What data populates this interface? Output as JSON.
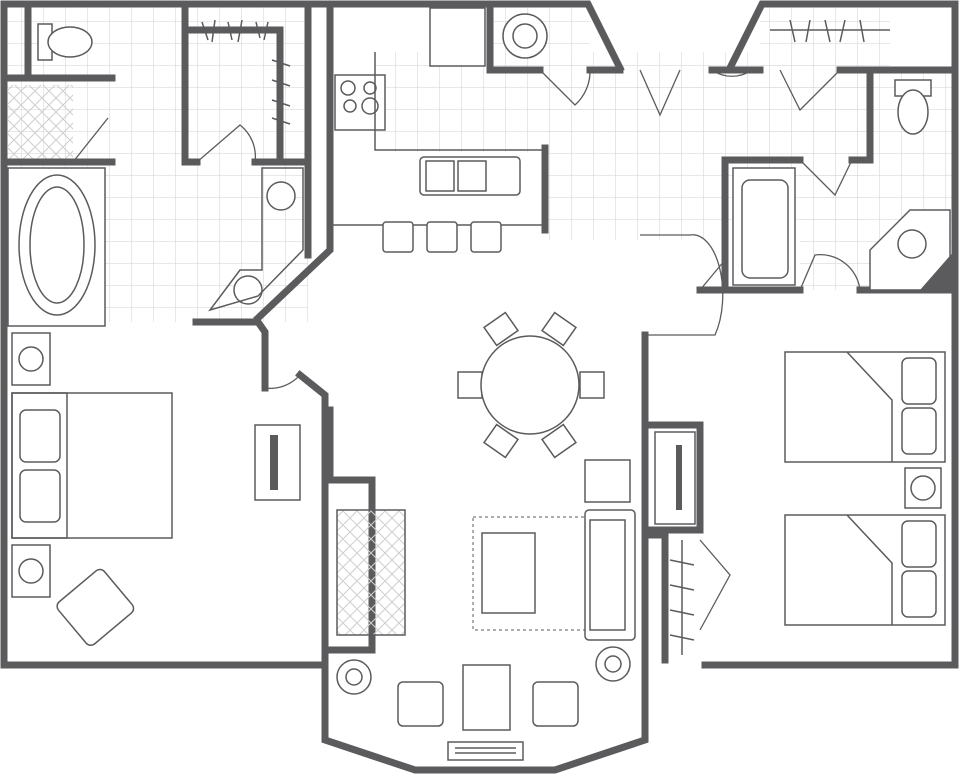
{
  "title": "",
  "colors": {
    "wall": "#5b5b5e",
    "tile_grid": "#d9d9d9",
    "background": "#ffffff",
    "fixture_outline": "#5b5b5e"
  },
  "rooms": [
    {
      "id": "master-bath",
      "tiled": true
    },
    {
      "id": "walk-in-closet-left",
      "tiled": true
    },
    {
      "id": "kitchen",
      "tiled": true
    },
    {
      "id": "laundry",
      "tiled": true
    },
    {
      "id": "second-bath",
      "tiled": true
    },
    {
      "id": "closet-right",
      "tiled": true
    },
    {
      "id": "master-bedroom",
      "tiled": false
    },
    {
      "id": "living-dining",
      "tiled": false
    },
    {
      "id": "second-bedroom",
      "tiled": false
    }
  ],
  "furniture": {
    "dining_chairs": 6,
    "bar_stools": 3,
    "beds": 3
  }
}
